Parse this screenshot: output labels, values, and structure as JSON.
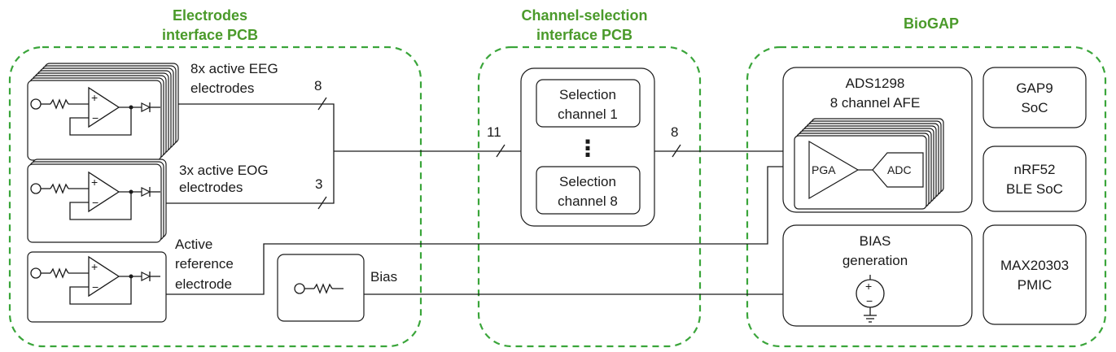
{
  "groups": {
    "electrodes": {
      "title_line1": "Electrodes",
      "title_line2": "interface PCB"
    },
    "channel": {
      "title_line1": "Channel-selection",
      "title_line2": "interface PCB"
    },
    "biogap": {
      "title": "BioGAP"
    }
  },
  "electrodes": {
    "eeg": {
      "line1": "8x active EEG",
      "line2": "electrodes"
    },
    "eog": {
      "line1": "3x active EOG",
      "line2": "electrodes"
    },
    "ref": {
      "line1": "Active",
      "line2": "reference",
      "line3": "electrode"
    },
    "bias_label": "Bias"
  },
  "bus": {
    "eeg_count": "8",
    "eog_count": "3",
    "total_count": "11",
    "out_count": "8"
  },
  "selection": {
    "ch1_line1": "Selection",
    "ch1_line2": "channel 1",
    "ch8_line1": "Selection",
    "ch8_line2": "channel 8",
    "dots": "⋮"
  },
  "biogap": {
    "afe": {
      "line1": "ADS1298",
      "line2": "8 channel AFE",
      "pga": "PGA",
      "adc": "ADC"
    },
    "bias": {
      "line1": "BIAS",
      "line2": "generation"
    },
    "gap9": {
      "line1": "GAP9",
      "line2": "SoC"
    },
    "nrf": {
      "line1": "nRF52",
      "line2": "BLE SoC"
    },
    "pmic": {
      "line1": "MAX20303",
      "line2": "PMIC"
    }
  },
  "colors": {
    "group_border": "#3aa53a",
    "group_title": "#4a9a2a"
  }
}
